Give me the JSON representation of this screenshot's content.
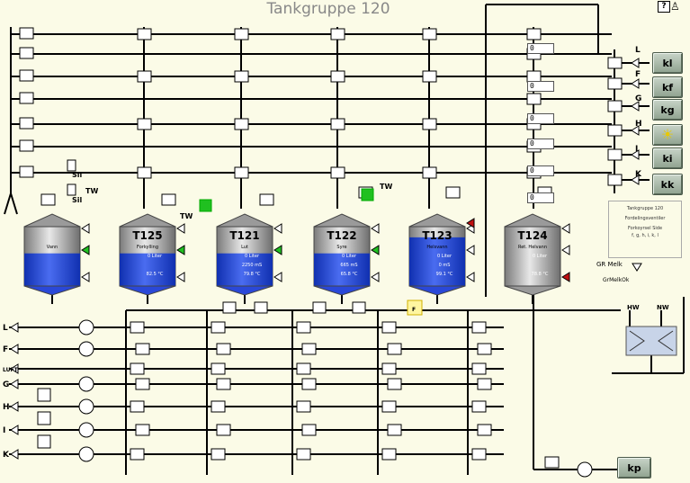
{
  "title": "Tankgruppe 120",
  "icons": {
    "help": "?",
    "person": "person-icon"
  },
  "tanks": [
    {
      "id": "vann",
      "name": "",
      "label": "Vann",
      "fill": 0.55,
      "r1": "",
      "r2": "",
      "r3": ""
    },
    {
      "id": "t125",
      "name": "T125",
      "label": "Forkylling",
      "fill": 0.55,
      "r1": "0  Liter",
      "r2": "",
      "r3": "82.5  °C"
    },
    {
      "id": "t121",
      "name": "T121",
      "label": "Lut",
      "fill": 0.55,
      "r1": "0  Liter",
      "r2": "2250  mS",
      "r3": "79.8  °C"
    },
    {
      "id": "t122",
      "name": "T122",
      "label": "Syre",
      "fill": 0.55,
      "r1": "0  Liter",
      "r2": "665  mS",
      "r3": "65.8  °C"
    },
    {
      "id": "t123",
      "name": "T123",
      "label": "Helsvann",
      "fill": 0.82,
      "r1": "0  Liter",
      "r2": "0  mS",
      "r3": "99.1  °C"
    },
    {
      "id": "t124",
      "name": "T124",
      "label": "Ret. Helvann",
      "fill": 0.0,
      "r1": "0  Liter",
      "r2": "",
      "r3": "78.8  °C"
    }
  ],
  "fields": [
    "0",
    "0",
    "0",
    "0",
    "0",
    "0"
  ],
  "buttons": {
    "kl": "kl",
    "kf": "kf",
    "kg": "kg",
    "ki": "ki",
    "kk": "kk",
    "kp": "kp"
  },
  "right_labels": [
    "L",
    "F",
    "G",
    "H",
    "I",
    "K"
  ],
  "left_labels": [
    "L",
    "F",
    "LUFT",
    "G",
    "H",
    "I",
    "K"
  ],
  "misc": {
    "sil1": "Sil",
    "sil2": "Sil",
    "tw1": "TW",
    "tw2": "TW",
    "tw3": "TW",
    "grmelk": "GR Melk",
    "grmelkok": "GrMelkOk",
    "hw": "HW",
    "nw": "NW",
    "f": "F"
  },
  "info_box": {
    "line1": "Tankgruppe 120",
    "line2": "Fordelingsventiler",
    "line3": "Forkoyrsel Side",
    "line4": "f, g, h, i, k, l"
  },
  "colors": {
    "liquid": "#2040d8",
    "accent_green": "#20c020",
    "accent_red": "#c01010",
    "tank": "#b8b8b8"
  }
}
